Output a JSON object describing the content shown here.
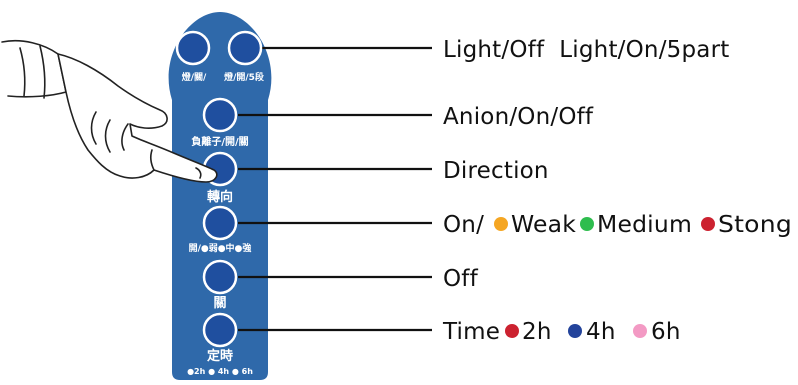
{
  "colors": {
    "remote_body": "#2f69aa",
    "button_fill": "#1f4f9f",
    "button_ring": "#ffffff",
    "leader_line": "#111111",
    "dot_orange": "#f5a623",
    "dot_green": "#2ebd4e",
    "dot_red": "#cc2230",
    "dot_blue": "#23439b",
    "dot_pink": "#f39ac4"
  },
  "remote": {
    "light_off_label": "燈/關/",
    "light_on_label": "燈/開/5段",
    "anion_label": "負離子/開/關",
    "direction_label": "轉向",
    "speed_label": "開/●弱●中●強",
    "off_label": "關",
    "timer_label": "定時",
    "timer_sub_label": "●2h ● 4h ● 6h"
  },
  "callouts": {
    "light": "Light/Off  Light/On/5part",
    "anion": "Anion/On/Off",
    "direction": "Direction",
    "speed": {
      "prefix": "On/",
      "weak": "Weak",
      "medium": "Medium",
      "strong": "Stong"
    },
    "off": "Off",
    "timer": {
      "prefix": "Time",
      "t2": "2h",
      "t4": "4h",
      "t6": "6h"
    }
  },
  "icons": {
    "hand": "pointing-hand-icon",
    "dot": "colored-dot-icon"
  }
}
